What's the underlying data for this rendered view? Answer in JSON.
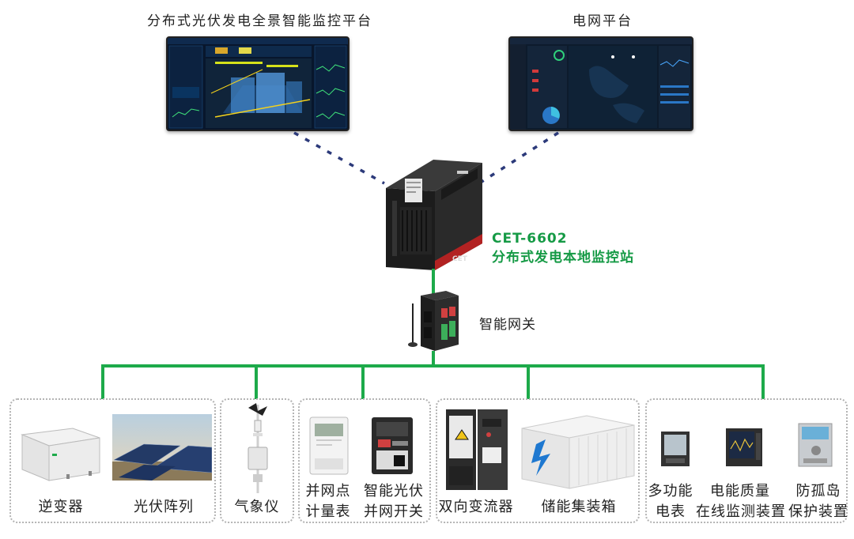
{
  "platforms": {
    "left_title": "分布式光伏发电全景智能监控平台",
    "right_title": "电网平台"
  },
  "station": {
    "model": "CET-6602",
    "name": "分布式发电本地监控站",
    "case_logo": "CET"
  },
  "gateway": {
    "label": "智能网关"
  },
  "devices": {
    "inverter": "逆变器",
    "pv_array": "光伏阵列",
    "weather": "气象仪",
    "meter_line1": "并网点",
    "meter_line2": "计量表",
    "switch_line1": "智能光伏",
    "switch_line2": "并网开关",
    "converter": "双向变流器",
    "storage": "储能集装箱",
    "multi_line1": "多功能",
    "multi_line2": "电表",
    "pq_line1": "电能质量",
    "pq_line2": "在线监测装置",
    "island_line1": "防孤岛",
    "island_line2": "保护装置"
  },
  "colors": {
    "accent_green": "#1daa4a",
    "title_green": "#159a45",
    "dash_navy": "#2c3a7a"
  }
}
